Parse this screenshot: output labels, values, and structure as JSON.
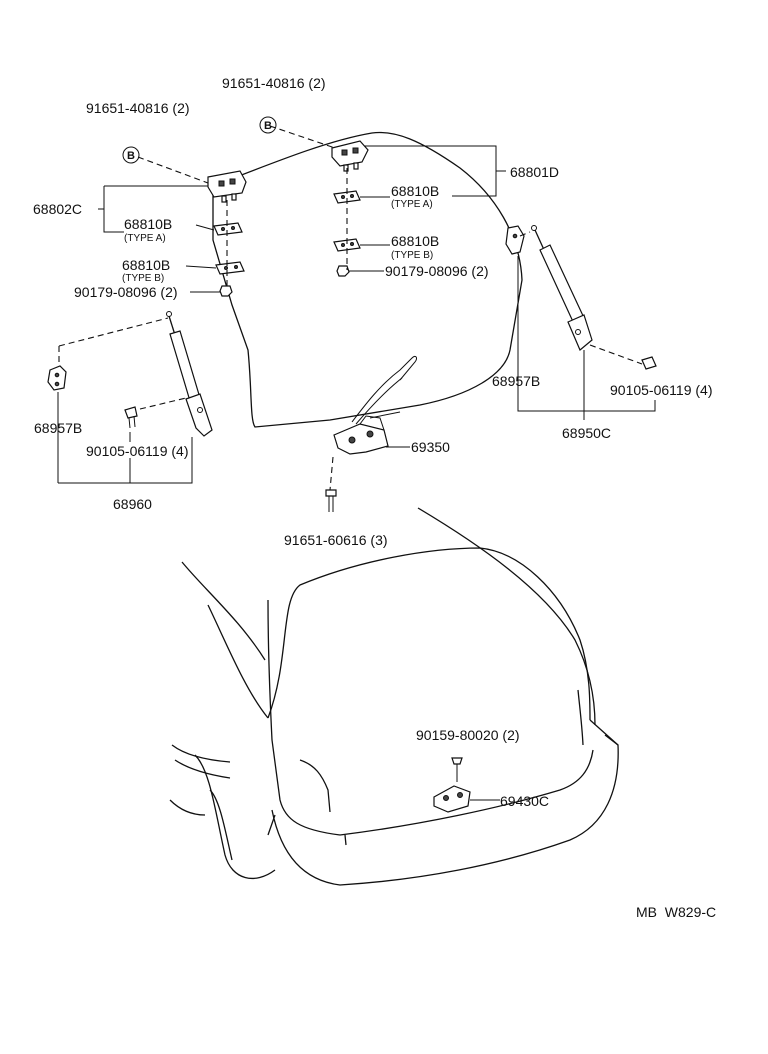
{
  "labels": {
    "bolt_b_left": "91651-40816 (2)",
    "bolt_b_right": "91651-40816 (2)",
    "bubble_letter": "B",
    "hinge_left": "68802C",
    "hinge_right": "68801D",
    "plate_left_a": "68810B",
    "plate_left_a_type": "(TYPE A)",
    "plate_left_b": "68810B",
    "plate_left_b_type": "(TYPE B)",
    "nut_left": "90179-08096 (2)",
    "plate_right_a": "68810B",
    "plate_right_a_type": "(TYPE A)",
    "plate_right_b": "68810B",
    "plate_right_b_type": "(TYPE B)",
    "nut_right": "90179-08096 (2)",
    "bracket_right": "68957B",
    "bolt_right": "90105-06119 (4)",
    "stay_right": "68950C",
    "bracket_left": "68957B",
    "bolt_left": "90105-06119 (4)",
    "stay_left": "68960",
    "lock": "69350",
    "lock_bolt": "91651-60616 (3)",
    "striker_screw": "90159-80020 (2)",
    "striker": "69430C",
    "ref_code": "MB  W829-C"
  }
}
